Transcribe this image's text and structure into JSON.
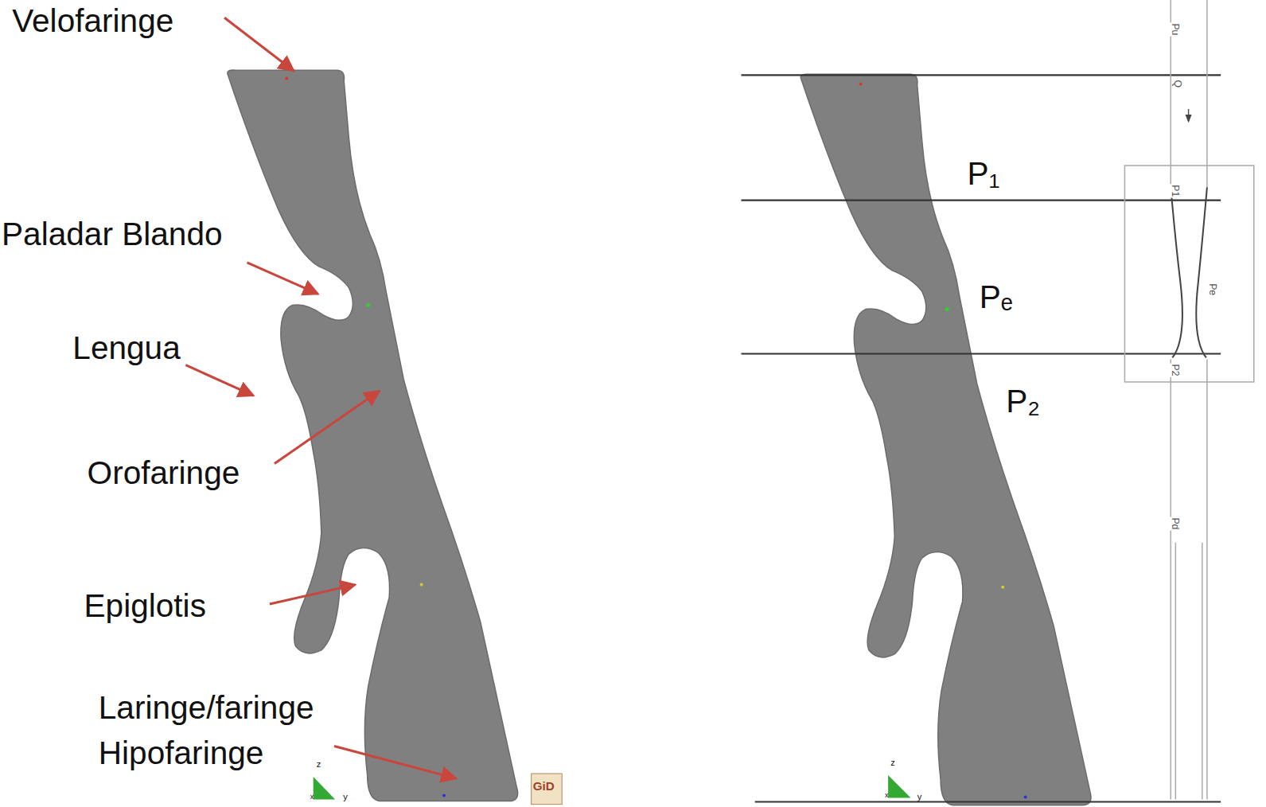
{
  "diagram": {
    "labels": [
      "Velofaringe",
      "Paladar Blando",
      "Lengua",
      "Orofaringe",
      "Epiglotis",
      "Laringe/faringe Hipofaringe",
      "GiD",
      "z",
      "y",
      "x",
      "P₁",
      "Pₑ",
      "P₂",
      "z",
      "y",
      "x",
      "Pu",
      "Q",
      "P1",
      "Pe",
      "P2",
      "Pd"
    ]
  }
}
